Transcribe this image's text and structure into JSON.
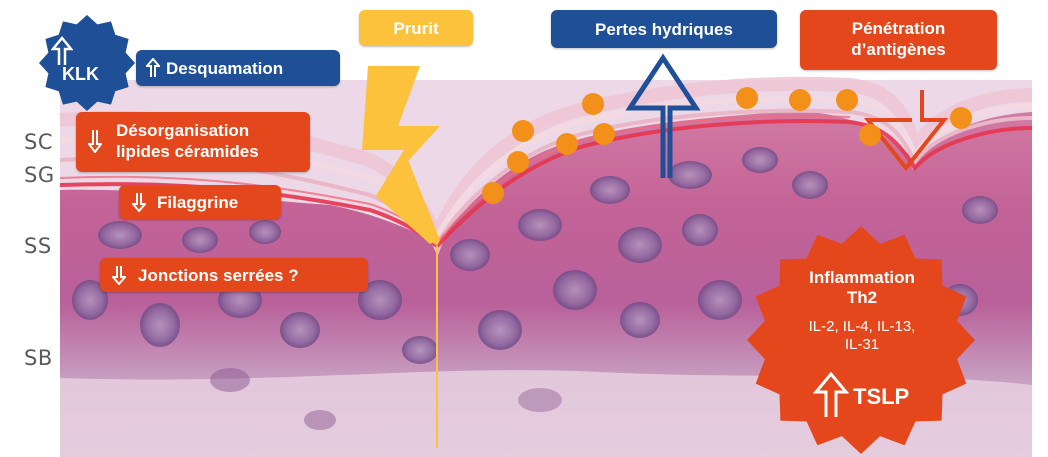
{
  "layers": [
    "SC",
    "SG",
    "SS",
    "SB"
  ],
  "badges": {
    "klk": "KLK"
  },
  "labels": {
    "desquamation": "Desquamation",
    "desorganisation_line1": "Désorganisation",
    "desorganisation_line2": "lipides céramides",
    "filaggrine": "Filaggrine",
    "jonctions": "Jonctions serrées ?",
    "prurit": "Prurit",
    "pertes": "Pertes hydriques",
    "penetration_line1": "Pénétration",
    "penetration_line2": "d’antigènes"
  },
  "inflammation": {
    "title_line1": "Inflammation",
    "title_line2": "Th2",
    "cytokines_line1": "IL-2, IL-4, IL-13,",
    "cytokines_line2": "IL-31",
    "tslp": "TSLP"
  },
  "colors": {
    "orange": "#e4471b",
    "navy": "#1f4f96",
    "yellow": "#fcc23b",
    "dot_orange": "#f39019",
    "tissue_pink": "#c9628f",
    "tissue_purple": "#b45a97",
    "stratum_red": "#e7354f"
  },
  "icons": {
    "up_arrow": "arrow-up-outline-icon",
    "down_arrow": "arrow-down-outline-icon",
    "lightning": "lightning-bolt-icon",
    "antigen_dot": "antigen-dot-icon",
    "klk_badge": "starburst-badge-icon",
    "inflammation_badge": "starburst-badge-icon"
  }
}
